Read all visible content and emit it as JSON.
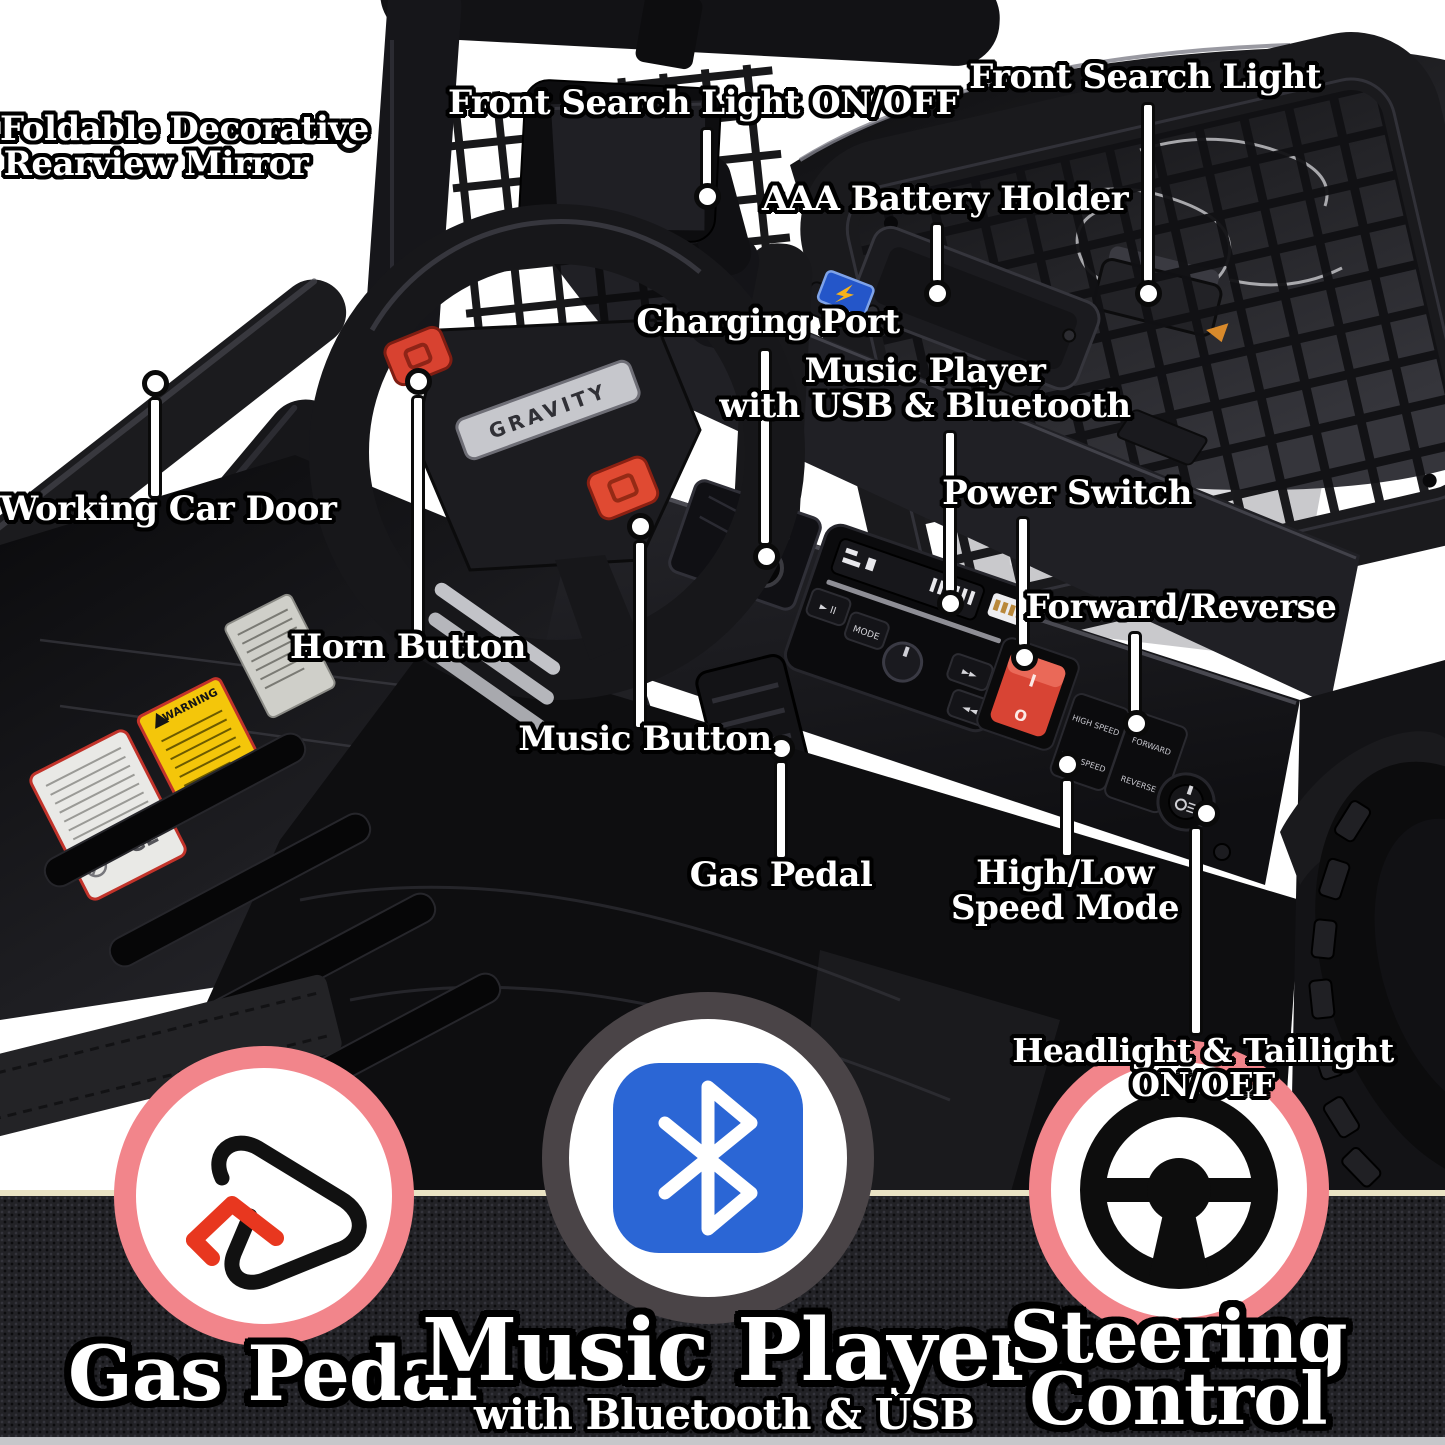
{
  "callouts": {
    "rearview_mirror": {
      "line1": "Foldable Decorative",
      "line2": "Rearview Mirror"
    },
    "front_search_light_switch": {
      "label": "Front Search Light ON/OFF"
    },
    "front_search_light": {
      "label": "Front Search Light"
    },
    "aaa_battery_holder": {
      "label": "AAA Battery Holder"
    },
    "charging_port": {
      "label": "Charging Port"
    },
    "music_player": {
      "line1": "Music Player",
      "line2": "with USB & Bluetooth"
    },
    "power_switch": {
      "label": "Power Switch"
    },
    "forward_reverse": {
      "label": "Forward/Reverse"
    },
    "working_car_door": {
      "label": "Working Car Door"
    },
    "horn_button": {
      "label": "Horn Button"
    },
    "music_button": {
      "label": "Music Button"
    },
    "gas_pedal": {
      "label": "Gas Pedal"
    },
    "high_low_speed": {
      "line1": "High/Low",
      "line2": "Speed Mode"
    },
    "headlight_taillight": {
      "line1": "Headlight & Taillight",
      "line2": "ON/OFF"
    }
  },
  "features": {
    "gas_pedal": {
      "title": "Gas Pedal"
    },
    "music_player": {
      "title": "Music Player",
      "subtitle": "with Bluetooth & USB"
    },
    "steering": {
      "line1": "Steering",
      "line2": "Control"
    }
  },
  "vehicle_markings": {
    "steering_badge": "GRAVITY",
    "input_sticker": "INPUT",
    "warning_sticker": "WARNING",
    "ce_mark": "CE",
    "switch_high": "HIGH SPEED",
    "switch_low": "LOW SPEED",
    "switch_forward": "FORWARD",
    "switch_reverse": "REVERSE",
    "power_on": "I",
    "power_off": "O",
    "radio_play": "► II",
    "radio_mode": "MODE",
    "radio_next": "►►",
    "radio_prev": "◄◄"
  },
  "icons": {
    "bottom_left": "gas-pedal-icon",
    "bottom_center": "bluetooth-icon",
    "bottom_right": "steering-wheel-icon"
  },
  "colors": {
    "accent_pink": "#f2858b",
    "music_ring_gray": "#4a4447",
    "bluetooth_blue": "#2b66d5",
    "button_red": "#d84230",
    "sticker_yellow": "#f2c500",
    "band_dark": "#222226",
    "beige_divider": "#eae3c4"
  }
}
